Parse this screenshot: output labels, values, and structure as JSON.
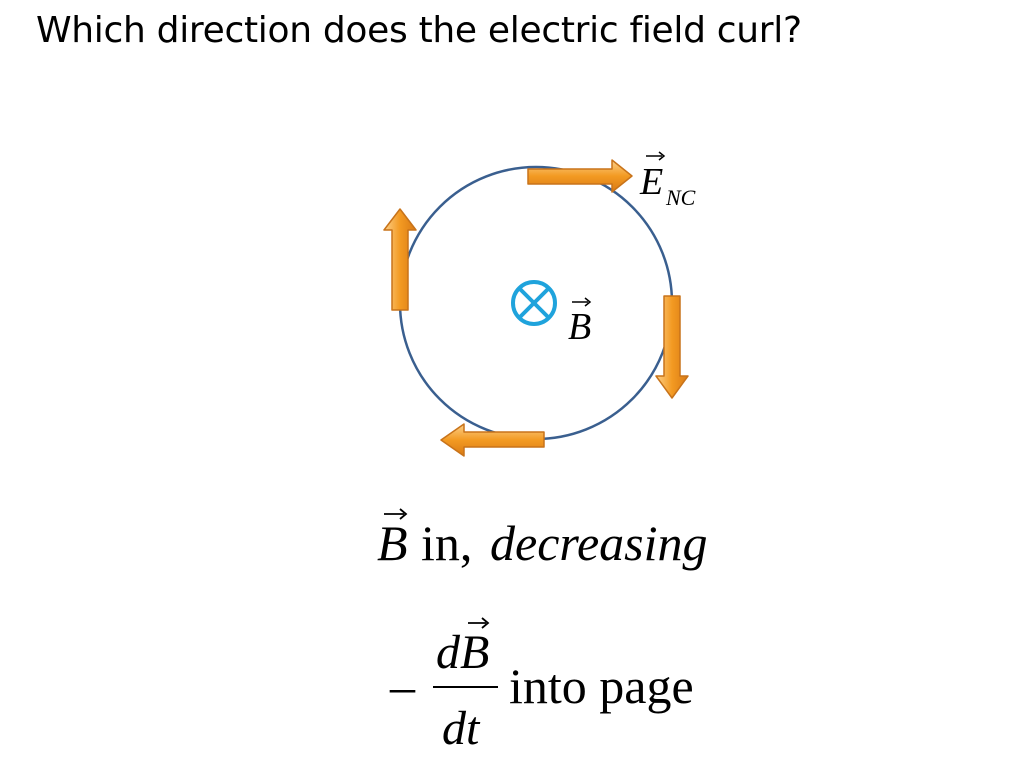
{
  "slide": {
    "title": "Which direction does the electric field curl?"
  },
  "diagram": {
    "field_label_main": "E",
    "field_label_sub": "NC",
    "center_label": "B",
    "colors": {
      "loop": "#3a5f8f",
      "arrow_fill": "#f39a22",
      "arrow_stroke": "#c8731a",
      "b_symbol": "#1fa3dc"
    }
  },
  "equations": {
    "line1_var": "B",
    "line1_text": "in,",
    "line1_italic": "decreasing",
    "line2_minus": "–",
    "line2_numerator": "dB",
    "line2_denominator": "dt",
    "line2_text": "into page"
  }
}
